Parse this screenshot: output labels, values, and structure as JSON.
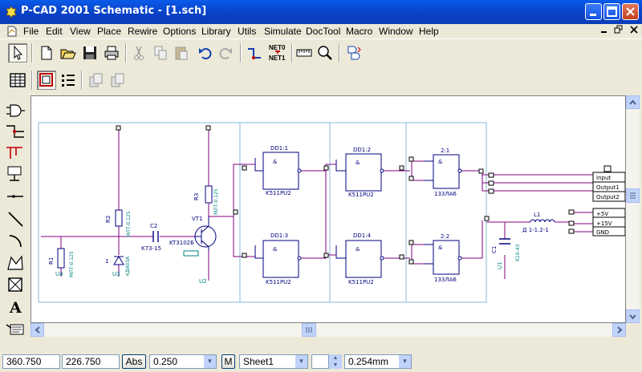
{
  "window": {
    "title": "P-CAD 2001 Schematic - [1.sch]"
  },
  "menu": [
    "File",
    "Edit",
    "View",
    "Place",
    "Rewire",
    "Options",
    "Library",
    "Utils",
    "Simulate",
    "DocTool",
    "Macro",
    "Window",
    "Help"
  ],
  "toolbar": {
    "net_label_top": "NET0",
    "net_label_bottom": "NET1"
  },
  "schematic": {
    "gates": [
      {
        "name": "DD1:1",
        "type": "K511PU2",
        "sym": "&"
      },
      {
        "name": "DD1:2",
        "type": "K511PU2",
        "sym": "&"
      },
      {
        "name": "DD1:3",
        "type": "K511PU2",
        "sym": "&"
      },
      {
        "name": "DD1:4",
        "type": "K511PU2",
        "sym": "&"
      },
      {
        "name": "2:1",
        "type": "133ЛА6",
        "sym": "&"
      },
      {
        "name": "2:2",
        "type": "133ЛА6",
        "sym": "&"
      }
    ],
    "components": {
      "r1": "R1",
      "r1_val": "МЛТ-0.125",
      "r2": "R2",
      "r2_val": "МЛТ-0.125",
      "r3": "R3",
      "r3_val": "МЛТ-0.125",
      "c1": "C1",
      "c1_val": "K10-43",
      "c2": "C2",
      "c2_val": "K73-15",
      "vt": "VT1",
      "vt_val": "KT3102Б",
      "diode": "1",
      "diode_val": "KД403А",
      "l1": "L1",
      "l1_val": "Д 1-1.2-1",
      "u1": "U1",
      "u2": "U2",
      "u3": "U3",
      "u4": "U4"
    },
    "connector": [
      "Input",
      "Output1",
      "Output2",
      "+5V",
      "+15V",
      "GND"
    ]
  },
  "status": {
    "x": "360.750",
    "y": "226.750",
    "abs": "Abs",
    "grid": "0.250",
    "m": "M",
    "sheet": "Sheet1",
    "width": "0.254mm"
  },
  "colors": {
    "wire": "#800080",
    "pin": "#800080",
    "part": "#000080",
    "label": "#008080",
    "border": "#87B8D8",
    "titlebar": "#0A5BEA"
  }
}
